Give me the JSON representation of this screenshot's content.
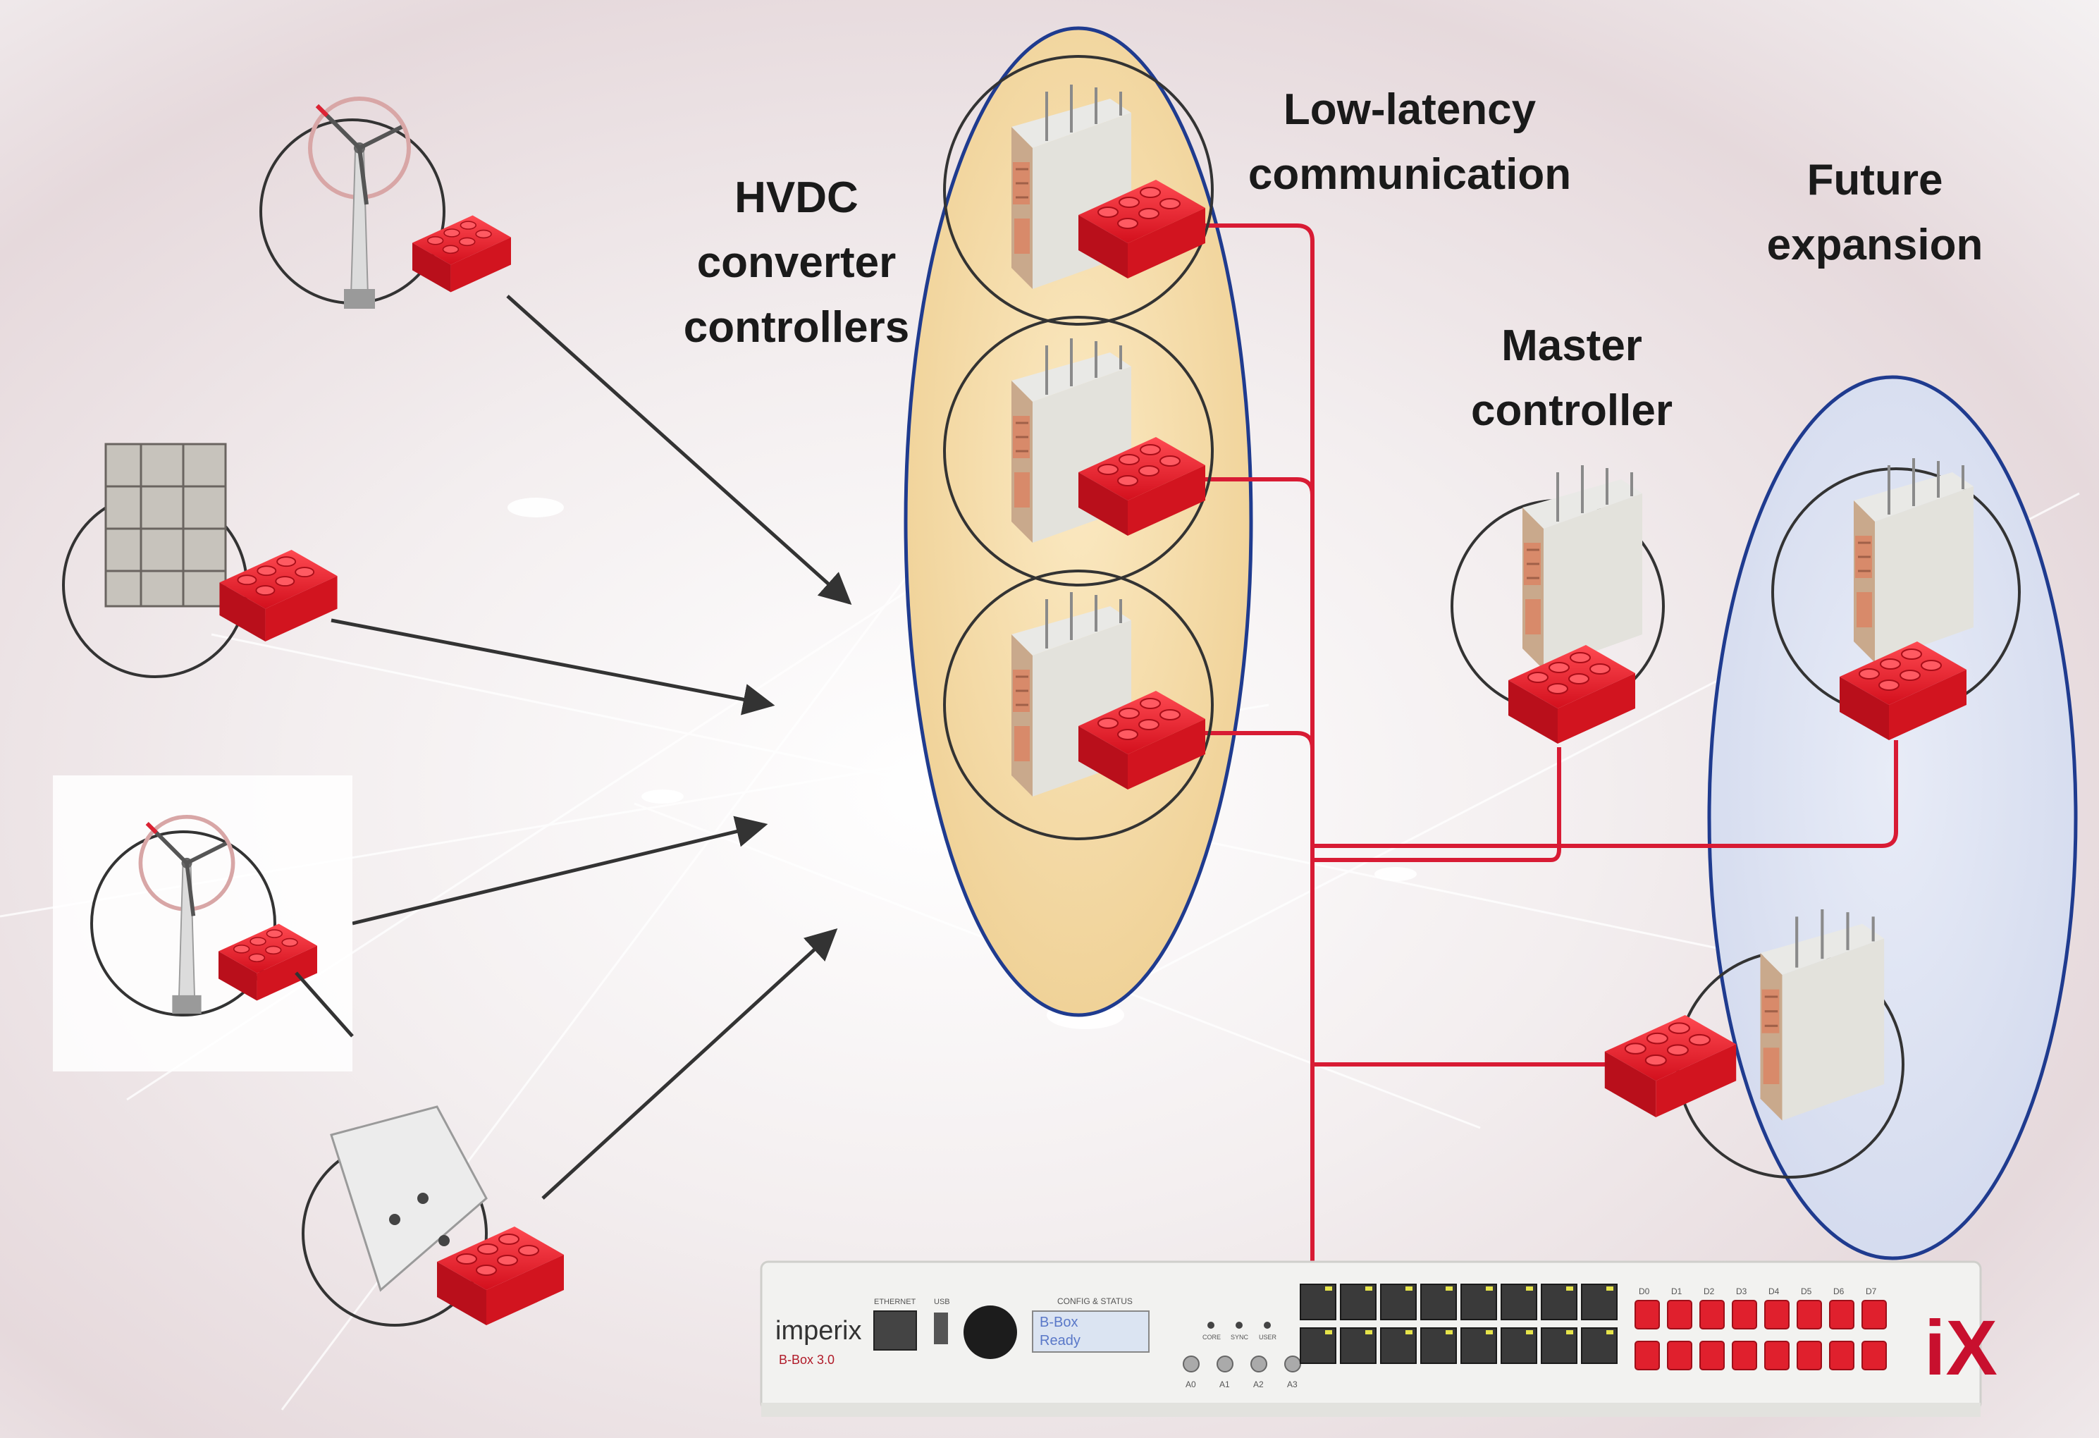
{
  "labels": {
    "hvdc_line1": "HVDC",
    "hvdc_line2": "converter",
    "hvdc_line3": "controllers",
    "latency_line1": "Low-latency",
    "latency_line2": "communication",
    "future_line1": "Future",
    "future_line2": "expansion",
    "master_line1": "Master",
    "master_line2": "controller"
  },
  "bbox_device": {
    "brand": "imperix",
    "model": "B-Box 3.0",
    "lcd_line1": "B-Box",
    "lcd_line2": "Ready",
    "port_ethernet": "ETHERNET",
    "port_usb": "USB",
    "config_status": "CONFIG & STATUS",
    "indicators": [
      "CORE",
      "SYNC",
      "USER"
    ],
    "analog_ports": [
      "A0",
      "A1",
      "A2",
      "A3"
    ],
    "dout_labels": [
      "D0",
      "D1",
      "D2",
      "D3",
      "D4",
      "D5",
      "D6",
      "D7"
    ],
    "logo_mark": "iX"
  },
  "colors": {
    "link_red": "#d81b34",
    "arrow": "#333333",
    "ellipse_border": "#1f3b8f",
    "hvdc_fill": "#f3d9a0",
    "future_fill": "#dbe1f2",
    "brick_red": "#e01f2c"
  }
}
